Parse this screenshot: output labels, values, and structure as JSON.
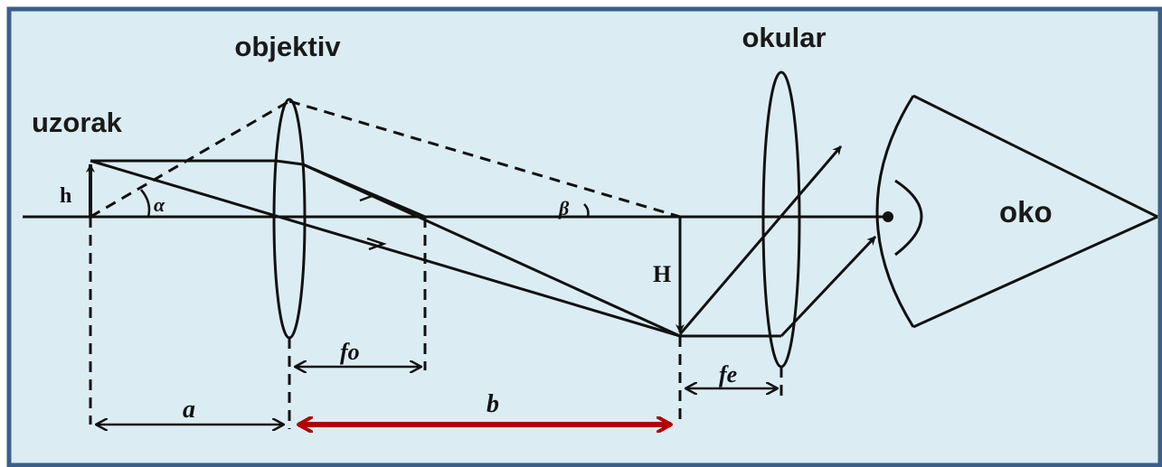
{
  "labels": {
    "objective": "objektiv",
    "eyepiece": "okular",
    "specimen": "uzorak",
    "eye": "oko",
    "object_height": "h",
    "image_height": "H",
    "angle_alpha": "α",
    "angle_beta": "β",
    "focal_objective": "fo",
    "focal_eyepiece": "fe",
    "distance_a": "a",
    "distance_b": "b"
  },
  "colors": {
    "background": "#dbedf3",
    "frame": "#3b5f8a",
    "lines": "#111111",
    "highlight_arrow": "#b30000"
  }
}
